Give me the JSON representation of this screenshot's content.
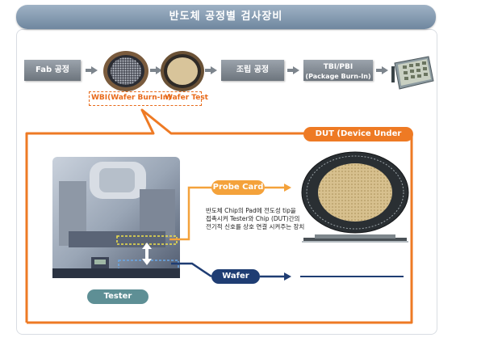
{
  "title": "반도체 공정별 검사장비",
  "flow": {
    "fab": "Fab 공정",
    "assembly": "조립 공정",
    "tbi_line1": "TBI/PBI",
    "tbi_line2": "(Package Burn-In)",
    "wbi_label": "WBI(Wafer Burn-In)",
    "wafer_test_label": "Wafer Test"
  },
  "dut": {
    "label": "DUT (Device Under Test)",
    "probe_card": "Probe Card",
    "wafer": "Wafer",
    "tester": "Tester",
    "description": [
      "반도체 Chip의 Pad에 전도성 tip을",
      "접촉시켜 Tester와 Chip (DUT)간의",
      "전기적 신호를 상호 연결 시켜주는 장치"
    ]
  },
  "colors": {
    "orange": "#ee7a24",
    "probe_orange": "#f4a23b",
    "navy": "#1f3d73",
    "teal": "#5e8f95",
    "gray_box": "#858d95"
  }
}
